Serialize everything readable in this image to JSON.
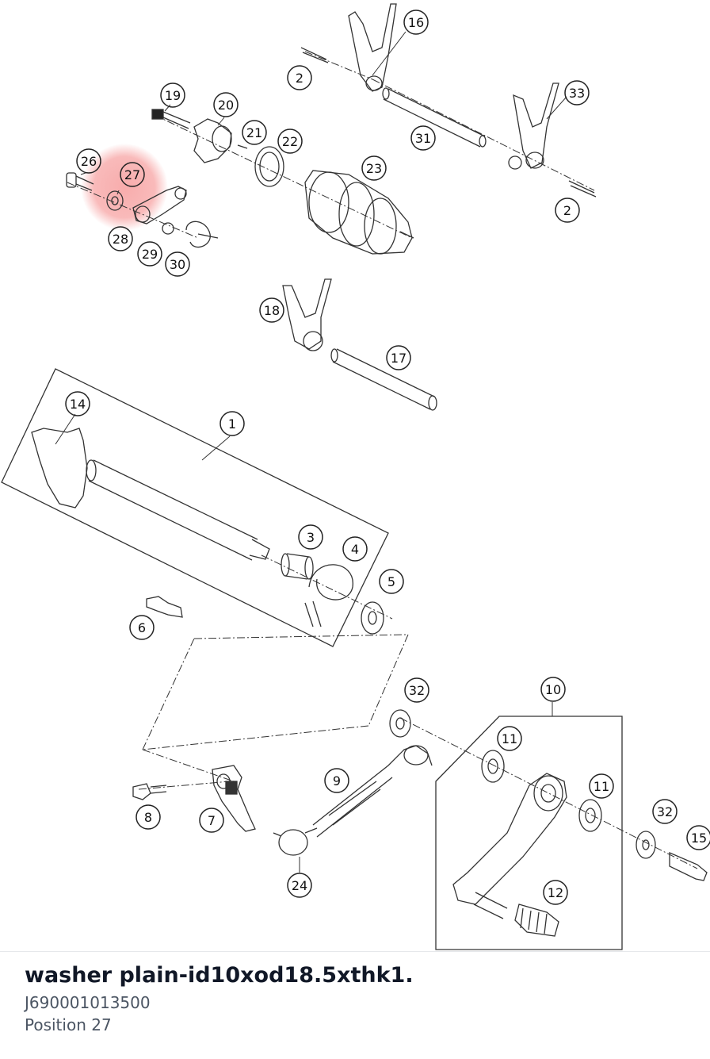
{
  "diagram": {
    "highlight_color": "#f7a3a3",
    "callouts": [
      {
        "label": "16"
      },
      {
        "label": "2"
      },
      {
        "label": "33"
      },
      {
        "label": "19"
      },
      {
        "label": "20"
      },
      {
        "label": "21"
      },
      {
        "label": "22"
      },
      {
        "label": "31"
      },
      {
        "label": "26"
      },
      {
        "label": "27"
      },
      {
        "label": "23"
      },
      {
        "label": "2"
      },
      {
        "label": "28"
      },
      {
        "label": "29"
      },
      {
        "label": "30"
      },
      {
        "label": "18"
      },
      {
        "label": "17"
      },
      {
        "label": "14"
      },
      {
        "label": "1"
      },
      {
        "label": "3"
      },
      {
        "label": "4"
      },
      {
        "label": "5"
      },
      {
        "label": "6"
      },
      {
        "label": "32"
      },
      {
        "label": "10"
      },
      {
        "label": "11"
      },
      {
        "label": "9"
      },
      {
        "label": "11"
      },
      {
        "label": "32"
      },
      {
        "label": "15"
      },
      {
        "label": "8"
      },
      {
        "label": "7"
      },
      {
        "label": "24"
      },
      {
        "label": "12"
      }
    ]
  },
  "part": {
    "name": "washer plain-id10xod18.5xthk1.",
    "number": "J690001013500",
    "position": "Position 27"
  }
}
